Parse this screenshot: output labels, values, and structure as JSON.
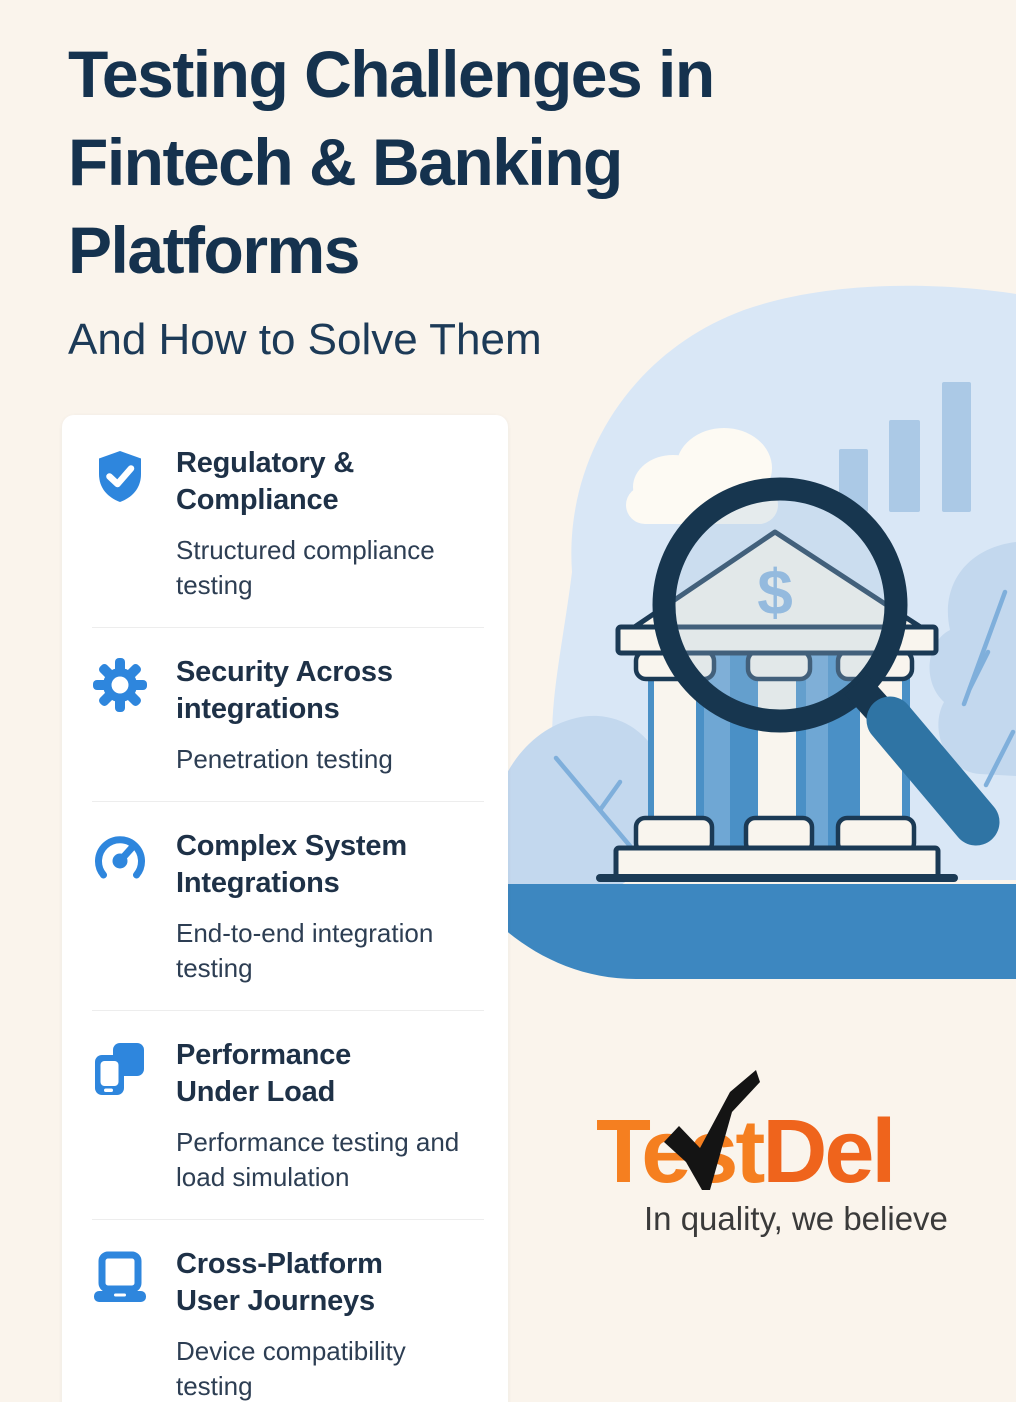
{
  "header": {
    "title_lines": [
      "Testing Challenges in",
      "Fintech & Banking",
      "Platforms"
    ],
    "subtitle": "And How to Solve Them"
  },
  "challenges": [
    {
      "icon": "shield-check-icon",
      "title_lines": [
        "Regulatory &",
        "Compliance"
      ],
      "solution": "Structured compliance testing"
    },
    {
      "icon": "gear-icon",
      "title_lines": [
        "Security Across",
        "integrations"
      ],
      "solution": "Penetration testing"
    },
    {
      "icon": "gauge-icon",
      "title_lines": [
        "Complex System",
        "Integrations"
      ],
      "solution": "End-to-end integration testing"
    },
    {
      "icon": "devices-icon",
      "title_lines": [
        "Performance",
        "Under Load"
      ],
      "solution": "Performance testing and load simulation"
    },
    {
      "icon": "laptop-icon",
      "title_lines": [
        "Cross-Platform",
        "User Journeys"
      ],
      "solution": "Device compatibility testing"
    }
  ],
  "illustration": {
    "dollar_symbol": "$"
  },
  "logo": {
    "brand_primary": "Test",
    "brand_secondary": "Del",
    "tagline": "In quality, we believe"
  },
  "colors": {
    "background": "#faf4ec",
    "heading": "#15324e",
    "icon_blue": "#2e86dd",
    "blob": "#d9e7f6",
    "cloud": "#fdfaf3",
    "bar": "#abc9e6",
    "bush": "#c3d8ee",
    "branch": "#7fafdb",
    "ground": "#3d87c0",
    "building_face": "#f9f5ee",
    "outline_navy": "#1b3a55",
    "interior_blue": "#4a90c6",
    "interior_light": "#6fa7d4",
    "dollar_blue": "#8cb6de",
    "lens_tint": "#a9c4e0",
    "magnifier_ring": "#17364f",
    "handle_blue": "#2f74a4",
    "logo_orange": "#f57f20",
    "logo_orange_dark": "#ef641c",
    "logo_check": "#141414",
    "tagline_gray": "#3a3a3a"
  }
}
